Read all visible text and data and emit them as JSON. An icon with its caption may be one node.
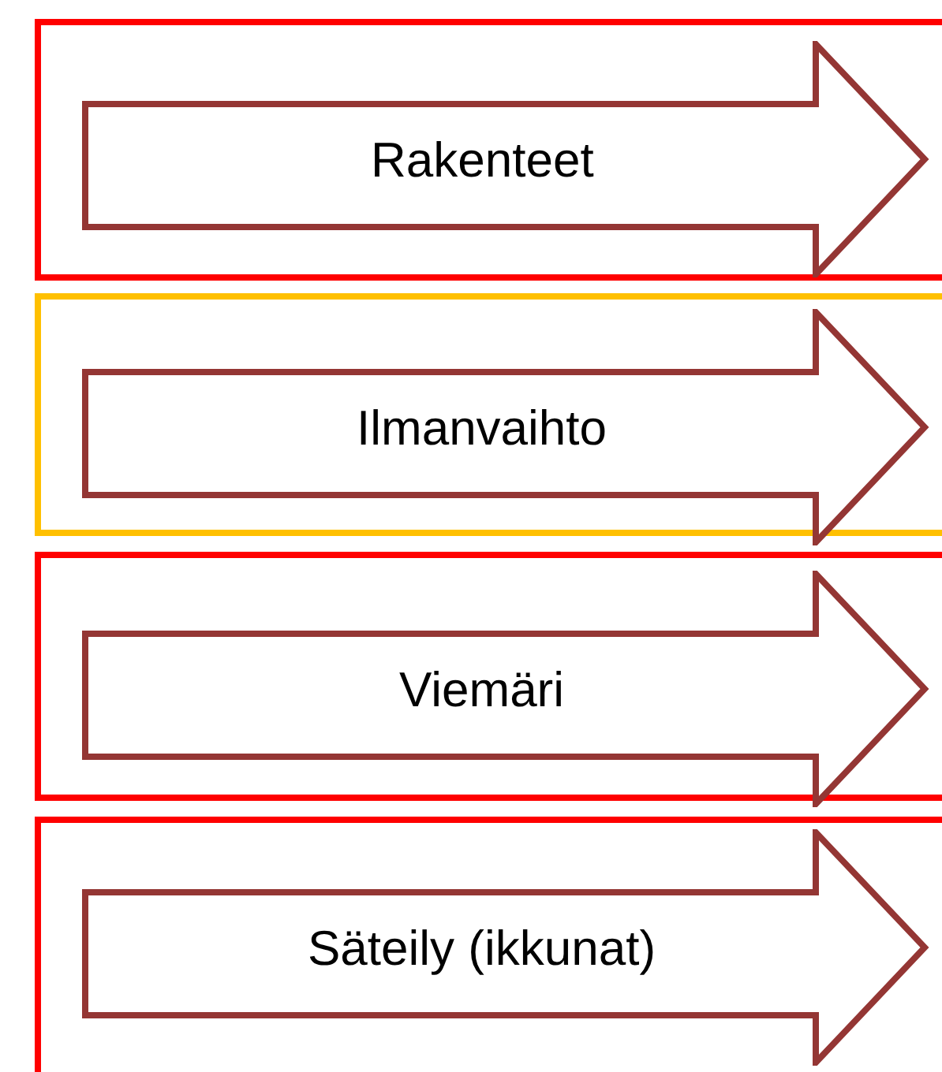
{
  "diagram": {
    "nodes": [
      {
        "text": [],
        "shape": "box"
      },
      {
        "text": [
          "Rakenteet"
        ],
        "in": 0
      },
      {
        "text": [],
        "shape": "box"
      },
      {
        "text": [
          "Ilmanvaihto"
        ],
        "in": 2
      },
      {
        "text": [],
        "shape": "box"
      },
      {
        "text": [
          "Viemäri"
        ],
        "in": 4
      },
      {
        "text": [],
        "shape": "box"
      },
      {
        "text": [
          "Säteily (ikkunat)"
        ],
        "in": 6
      }
    ]
  }
}
